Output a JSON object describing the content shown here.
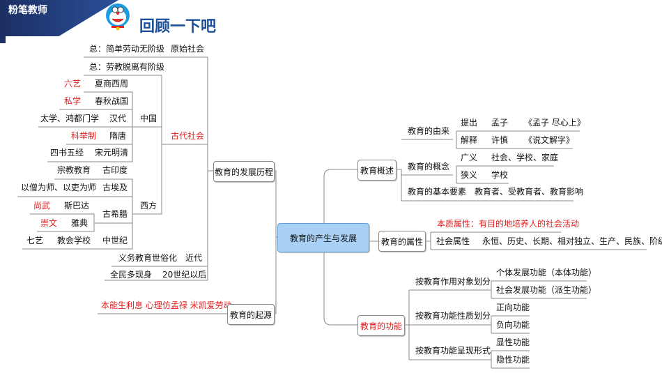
{
  "header": {
    "logo_text": "粉笔教师",
    "title": "回顾一下吧",
    "mascot_icon": "doraemon-icon",
    "title_color": "#1a4f9c",
    "corner_color": "#1f3a73"
  },
  "center": "教育的产生与发展",
  "history": {
    "label": "教育的发展历程",
    "primitive": {
      "desc": "总：简单劳动无阶级",
      "label": "原始社会"
    },
    "ancient": {
      "label": "古代社会",
      "desc": "总：劳教脱离有阶级",
      "china": {
        "label": "中国",
        "rows": [
          {
            "left": "六艺",
            "right": "夏商西周"
          },
          {
            "left": "私学",
            "right": "春秋战国"
          },
          {
            "left": "太学、鸿都门学",
            "right": "汉代"
          },
          {
            "left": "科举制",
            "right": "隋唐"
          },
          {
            "left": "四书五经",
            "right": "宋元明清"
          }
        ]
      },
      "west": {
        "label": "西方",
        "india": {
          "left": "宗教教育",
          "right": "古印度"
        },
        "egypt": {
          "left": "以僧为师、以吏为师",
          "right": "古埃及"
        },
        "greece": {
          "label": "古希腊",
          "sparta": {
            "left": "尚武",
            "right": "斯巴达"
          },
          "athens": {
            "left": "崇文",
            "right": "雅典"
          }
        },
        "medieval": {
          "left1": "七艺",
          "left2": "教会学校",
          "right": "中世纪"
        }
      }
    },
    "modern": {
      "left": "义务教育世俗化",
      "right": "近代"
    },
    "c20": {
      "left": "全民多现身",
      "right": "20世纪以后"
    }
  },
  "origin": {
    "label": "教育的起源",
    "theories": "本能生利息 心理仿孟禄 米凯爱劳动"
  },
  "overview": {
    "label": "教育概述",
    "source": {
      "label": "教育的由来",
      "rows": [
        {
          "a": "提出",
          "b": "孟子",
          "c": "《孟子 尽心上》"
        },
        {
          "a": "解释",
          "b": "许慎",
          "c": "《说文解字》"
        }
      ]
    },
    "concept": {
      "label": "教育的概念",
      "rows": [
        {
          "a": "广义",
          "b": "社会、学校、家庭"
        },
        {
          "a": "狭义",
          "b": "学校"
        }
      ]
    },
    "elements": {
      "label": "教育的基本要素",
      "value": "教育者、受教育者、教育影响"
    }
  },
  "attributes": {
    "label": "教育的属性",
    "essence": "本质属性：有目的地培养人的社会活动",
    "social_label": "社会属性",
    "social_value": "永恒、历史、长期、相对独立、生产、民族、阶级"
  },
  "functions": {
    "label": "教育的功能",
    "groups": [
      {
        "label": "按教育作用对象划分",
        "items": [
          "个体发展功能（本体功能）",
          "社会发展功能（派生功能）"
        ]
      },
      {
        "label": "按教育功能性质划分",
        "items": [
          "正向功能",
          "负向功能"
        ]
      },
      {
        "label": "按教育功能呈现形式",
        "items": [
          "显性功能",
          "隐性功能"
        ]
      }
    ]
  },
  "colors": {
    "highlight": "#e02020",
    "center_fill": "#a9d0f5",
    "line": "#888888"
  }
}
